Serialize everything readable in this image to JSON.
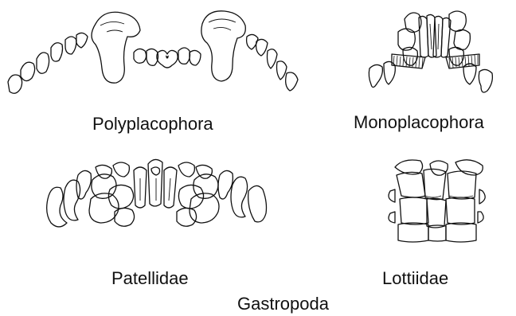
{
  "panels": [
    {
      "id": "polyplacophora",
      "label": "Polyplacophora",
      "drawing": "radula-row-drawing"
    },
    {
      "id": "monoplacophora",
      "label": "Monoplacophora",
      "drawing": "radula-row-drawing"
    },
    {
      "id": "patellidae",
      "label": "Patellidae",
      "drawing": "radula-row-drawing"
    },
    {
      "id": "lottiidae",
      "label": "Lottiidae",
      "drawing": "radula-row-drawing"
    }
  ],
  "group_label": "Gastropoda"
}
